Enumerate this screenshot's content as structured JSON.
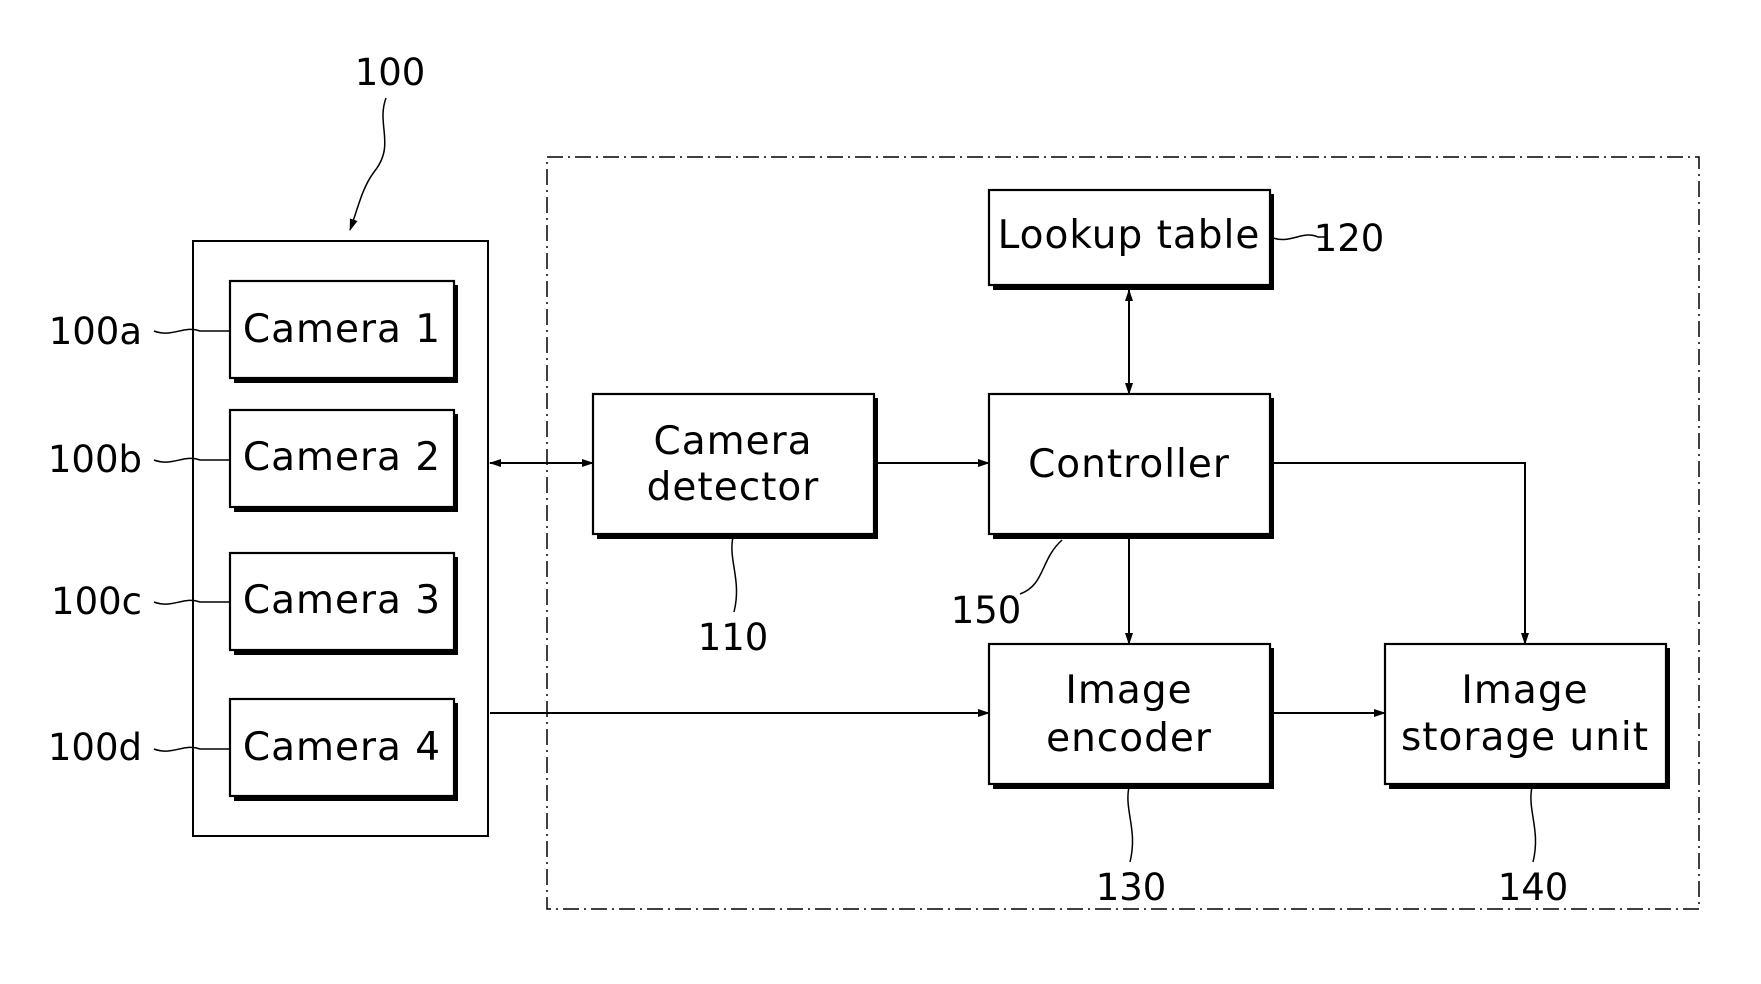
{
  "diagram": {
    "camera_unit": {
      "ref": "100",
      "cameras": [
        {
          "label": "Camera 1",
          "ref": "100a"
        },
        {
          "label": "Camera 2",
          "ref": "100b"
        },
        {
          "label": "Camera 3",
          "ref": "100c"
        },
        {
          "label": "Camera 4",
          "ref": "100d"
        }
      ]
    },
    "blocks": {
      "camera_detector": {
        "line1": "Camera",
        "line2": "detector",
        "ref": "110"
      },
      "lookup_table": {
        "label": "Lookup table",
        "ref": "120"
      },
      "controller": {
        "label": "Controller",
        "ref": "150"
      },
      "image_encoder": {
        "line1": "Image",
        "line2": "encoder",
        "ref": "130"
      },
      "image_storage_unit": {
        "line1": "Image",
        "line2": "storage unit",
        "ref": "140"
      }
    }
  }
}
